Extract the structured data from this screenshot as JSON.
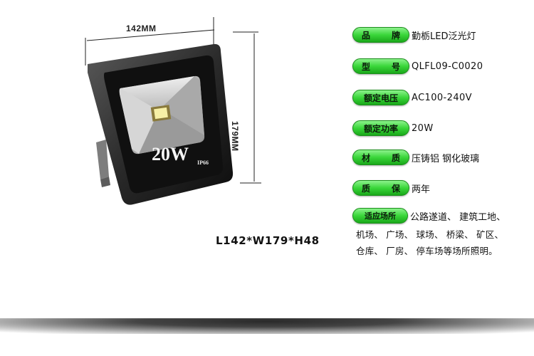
{
  "product": {
    "width_label": "142MM",
    "height_label": "179MM",
    "power_label": "20W",
    "ip_label": "IP66",
    "dimensions_caption": "L142*W179*H48"
  },
  "specs": {
    "brand": {
      "label_a": "品",
      "label_b": "牌",
      "value": "勤栃LED泛光灯"
    },
    "model": {
      "label_a": "型",
      "label_b": "号",
      "value": "QLFL09-C0020"
    },
    "voltage": {
      "label": "额定电压",
      "value": "AC100-240V"
    },
    "power": {
      "label": "额定功率",
      "value": "20W"
    },
    "material": {
      "label_a": "材",
      "label_b": "质",
      "value": "压铸铝 钢化玻璃"
    },
    "warranty": {
      "label_a": "质",
      "label_b": "保",
      "value": "两年"
    },
    "usage": {
      "label": "适应场所",
      "line1": "公路遂道、 建筑工地、",
      "line2": "机场、 广场、 球场、 桥梁、 矿区、",
      "line3": "仓库、 厂房、 停车场等场所照明。"
    }
  },
  "colors": {
    "badge_green": "#3ad63a",
    "housing": "#151515",
    "lens": "#c9c9c9"
  }
}
